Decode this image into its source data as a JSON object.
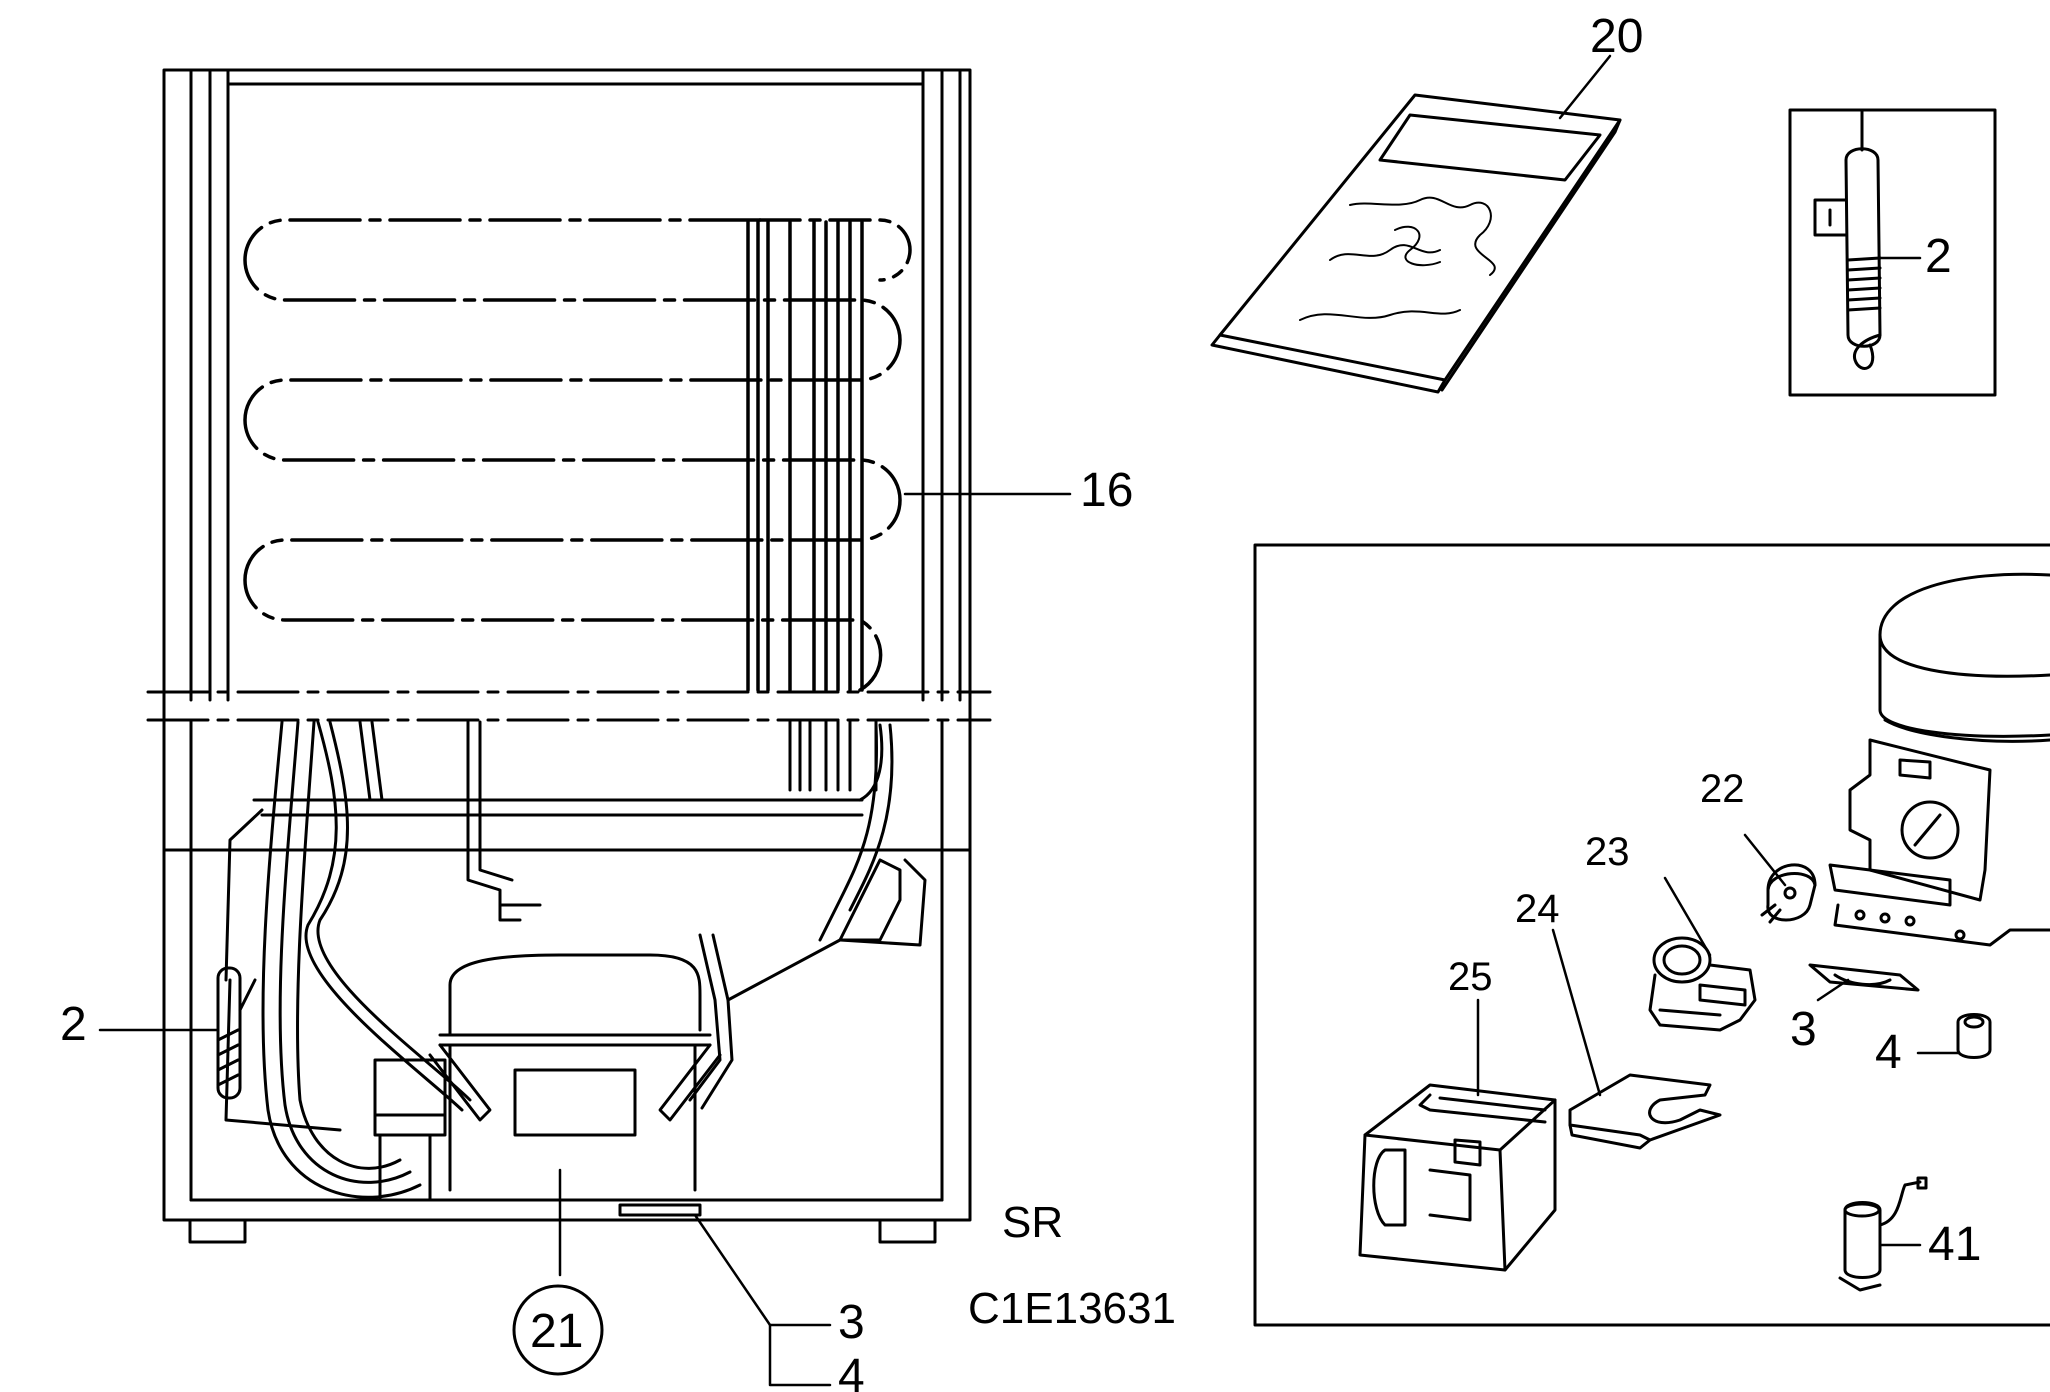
{
  "diagram": {
    "drawing_code": "C1E13631",
    "variant_code": "SR",
    "callouts": {
      "thermostat_left": "2",
      "condenser": "16",
      "manual": "20",
      "compressor": "21",
      "grommet_left": "3",
      "spacer_left": "4",
      "thermostat_inset": "2",
      "relay": "22",
      "overload": "23",
      "cover_clip": "24",
      "terminal_cover": "25",
      "grommet_inset": "3",
      "spacer_inset": "4",
      "capacitor": "41"
    },
    "colors": {
      "ink": "#000000",
      "paper": "#ffffff"
    }
  }
}
